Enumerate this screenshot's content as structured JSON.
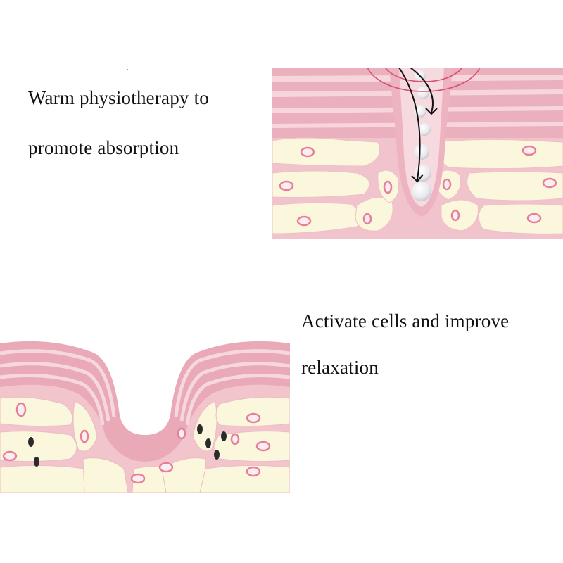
{
  "top_section": {
    "caption_line_1": "Warm physiotherapy to",
    "caption_line_2": "promote absorption",
    "illustration": "skin-absorption-diagram"
  },
  "bottom_section": {
    "caption_line_1": "Activate cells and improve",
    "caption_line_2": "relaxation",
    "illustration": "skin-relaxation-diagram"
  },
  "colors": {
    "skin_pink": "#e9a9b6",
    "skin_light": "#f3cdd4",
    "cell_cream": "#fbf7dc",
    "cell_nucleus": "#e67f98",
    "nucleus_dark": "#2b2b2b"
  }
}
